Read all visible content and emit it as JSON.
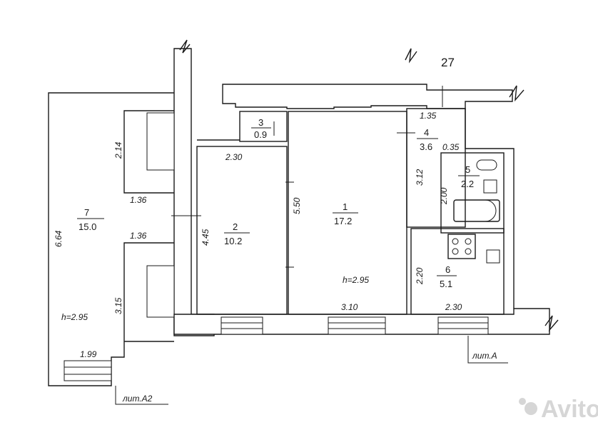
{
  "plan": {
    "number": "27",
    "rooms": [
      {
        "id": "7",
        "area": "15.0"
      },
      {
        "id": "2",
        "area": "10.2"
      },
      {
        "id": "3",
        "area": "0.9"
      },
      {
        "id": "1",
        "area": "17.2"
      },
      {
        "id": "4",
        "area": "3.6"
      },
      {
        "id": "5",
        "area": "2.2"
      },
      {
        "id": "6",
        "area": "5.1"
      }
    ],
    "dimensions": {
      "r7_height": "6.64",
      "r7_top_width": "2.14",
      "r7_corridor_top": "1.36",
      "r7_corridor_bottom": "1.36",
      "r7_lower": "3.15",
      "r7_bottom": "1.99",
      "r2_top": "2.30",
      "r2_height": "4.45",
      "r1_height": "5.50",
      "r1_bottom": "3.10",
      "r4_top": "1.35",
      "r4_small": "0.35",
      "r4_height": "3.12",
      "r5_height": "2.00",
      "r6_height": "2.20",
      "r6_bottom": "2.30"
    },
    "ceiling_heights": {
      "left": "h=2.95",
      "center": "h=2.95"
    },
    "labels": {
      "lit_a": "лит.А",
      "lit_a2": "лит.А2"
    },
    "watermark": "Avito"
  }
}
